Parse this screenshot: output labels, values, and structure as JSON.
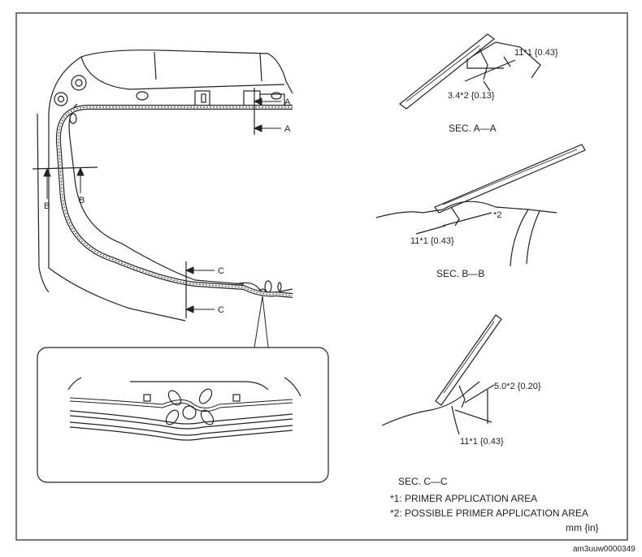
{
  "section_markers": {
    "a_top": "A",
    "a_bottom": "A",
    "b_left": "B",
    "b_right": "B",
    "c_top": "C",
    "c_bottom": "C"
  },
  "sections": {
    "a": {
      "title": "SEC. A—A",
      "dim1": "11*1 {0.43}",
      "dim2": "3.4*2 {0.13}"
    },
    "b": {
      "title": "SEC. B—B",
      "dim1": "11*1 {0.43}",
      "dim2": "*2"
    },
    "c": {
      "title": "SEC. C—C",
      "dim1": "5.0*2 {0.20}",
      "dim2": "11*1 {0.43}"
    }
  },
  "legend": {
    "note1": "*1: PRIMER APPLICATION AREA",
    "note2": "*2: POSSIBLE PRIMER APPLICATION AREA",
    "units": "mm {in}"
  },
  "figure_code": "am3uuw0000349"
}
